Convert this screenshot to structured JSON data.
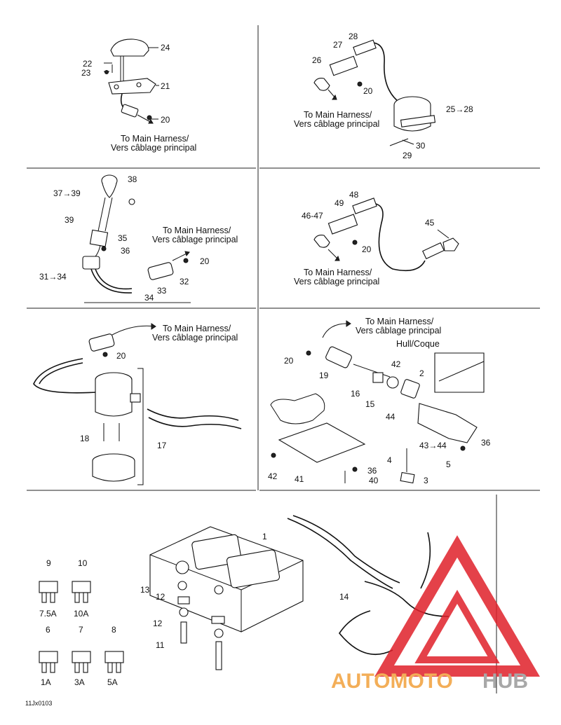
{
  "harness_caption": {
    "en": "To Main Harness/",
    "fr": "Vers câblage principal"
  },
  "hull_caption": "Hull/Coque",
  "panels": {
    "p1_labels": [
      "24",
      "22",
      "23",
      "21",
      "20"
    ],
    "p2_labels": [
      "28",
      "27",
      "26",
      "20",
      "25→28",
      "30",
      "29"
    ],
    "p3_labels": [
      "37→39",
      "38",
      "39",
      "35",
      "36",
      "20",
      "31→34",
      "32",
      "33",
      "34"
    ],
    "p4_labels": [
      "48",
      "49",
      "46-47",
      "45",
      "20"
    ],
    "p5_labels": [
      "20",
      "18",
      "17"
    ],
    "p6_labels": [
      "20",
      "19",
      "42",
      "2",
      "16",
      "15",
      "44",
      "43→44",
      "36",
      "5",
      "4",
      "3",
      "42",
      "41",
      "36",
      "40"
    ],
    "p7_labels": [
      "1",
      "13",
      "12",
      "12",
      "11",
      "14"
    ]
  },
  "fuses": [
    {
      "num": "9",
      "rating": "7.5A"
    },
    {
      "num": "10",
      "rating": "10A"
    },
    {
      "num": "6",
      "rating": "1A"
    },
    {
      "num": "7",
      "rating": "3A"
    },
    {
      "num": "8",
      "rating": "5A"
    }
  ],
  "watermark": {
    "text_a": "AUTOMOTO",
    "text_b": "HUB",
    "color_a": "#f2a13c",
    "color_b": "#9a9a9a",
    "mark_color": "#e0202a"
  },
  "figure_code": "11Jx0103"
}
